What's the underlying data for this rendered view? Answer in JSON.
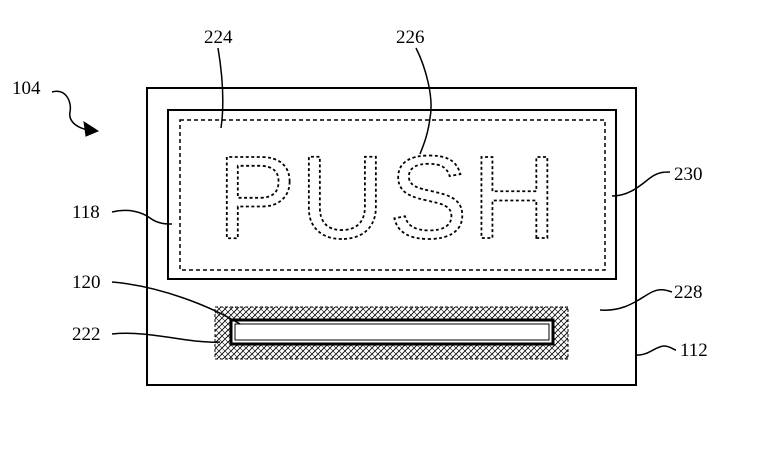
{
  "diagram": {
    "sign_text": "PUSH",
    "labels": {
      "r104": "104",
      "r224": "224",
      "r226": "226",
      "r230": "230",
      "r118": "118",
      "r228": "228",
      "r120": "120",
      "r222": "222",
      "r112": "112"
    },
    "colors": {
      "ink": "#000000",
      "paper": "#ffffff"
    }
  }
}
